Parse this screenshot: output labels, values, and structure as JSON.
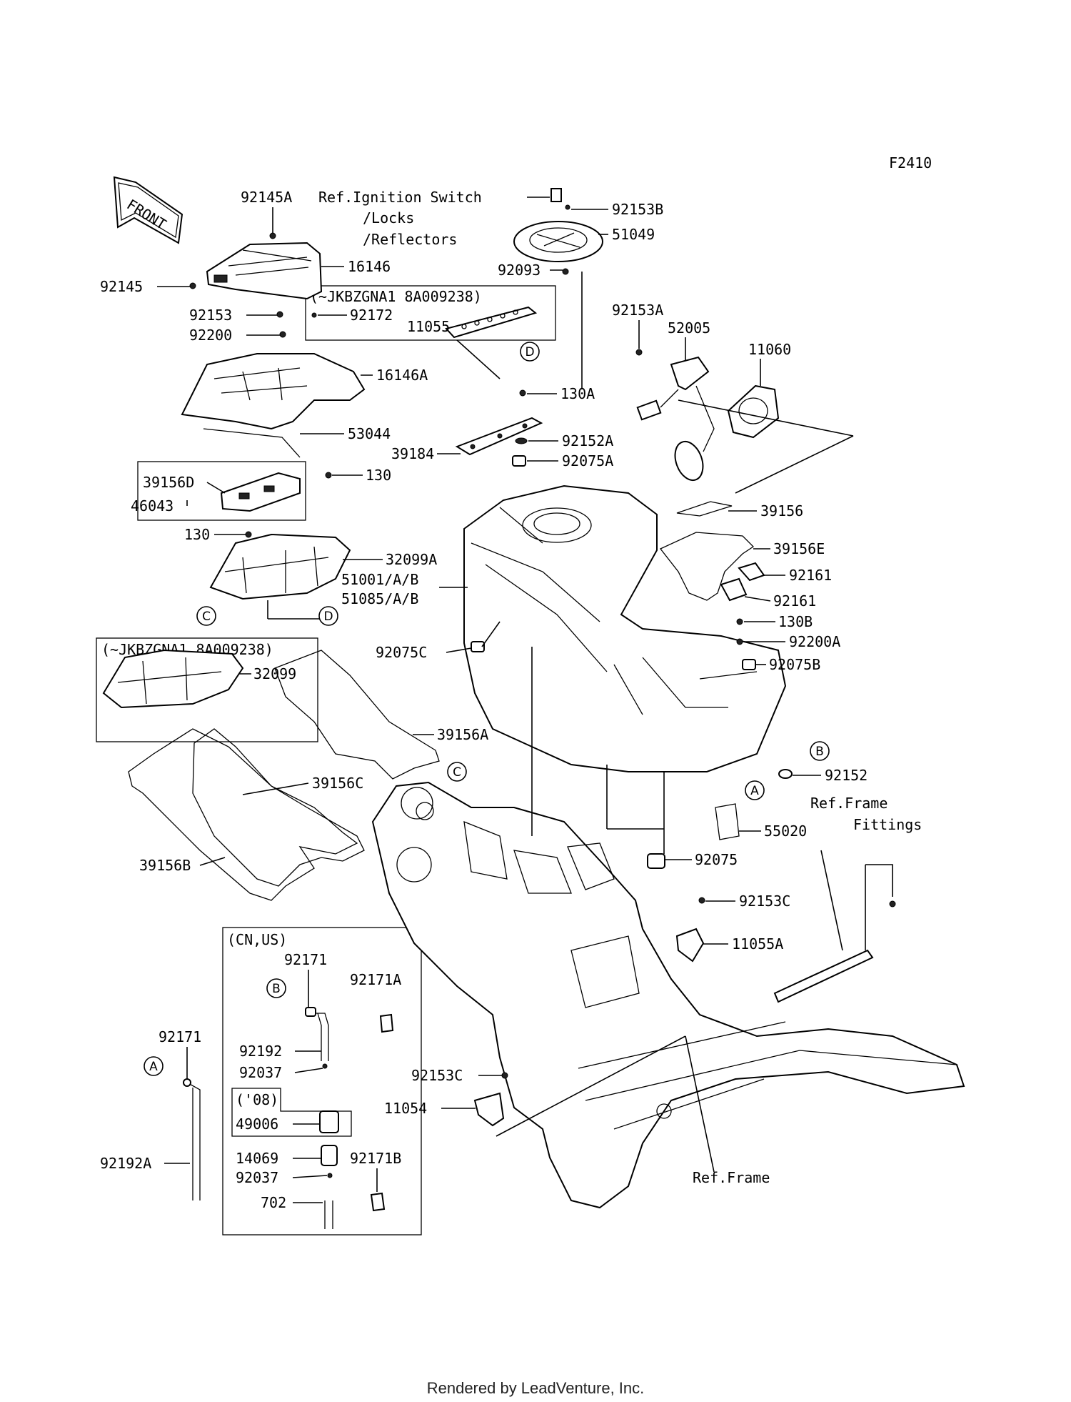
{
  "figure_code": "F2410",
  "direction": "FRONT",
  "footer": "Rendered by LeadVenture, Inc.",
  "notes": {
    "ignition_ref_1": "Ref.Ignition Switch",
    "ignition_ref_2": "/Locks",
    "ignition_ref_3": "/Reflectors",
    "vin_box_top": "(~JKBZGNA1 8A009238)",
    "vin_box_left": "(~JKBZGNA1 8A009238)",
    "region_box": "(CN,US)",
    "year_box": "('08)",
    "ref_frame_fittings_1": "Ref.Frame",
    "ref_frame_fittings_2": "Fittings",
    "ref_frame": "Ref.Frame"
  },
  "callouts": {
    "A": "A",
    "B": "B",
    "C": "C",
    "D": "D"
  },
  "parts": [
    "92145A",
    "92153B",
    "51049",
    "16146",
    "92145",
    "92093",
    "92153",
    "92172",
    "11055",
    "92200",
    "92153A",
    "52005",
    "11060",
    "16146A",
    "130A",
    "53044",
    "92152A",
    "39184",
    "92075A",
    "39156D",
    "130",
    "46043",
    "39156",
    "130",
    "32099A",
    "39156E",
    "51001/A/B",
    "51085/A/B",
    "92161",
    "92161",
    "130B",
    "92075C",
    "92200A",
    "32099",
    "92075B",
    "39156A",
    "92152",
    "39156C",
    "55020",
    "92075",
    "39156B",
    "92153C",
    "11055A",
    "92171",
    "92171A",
    "92171",
    "92192",
    "92037",
    "49006",
    "92153C",
    "11054",
    "92192A",
    "14069",
    "92171B",
    "92037",
    "702"
  ]
}
